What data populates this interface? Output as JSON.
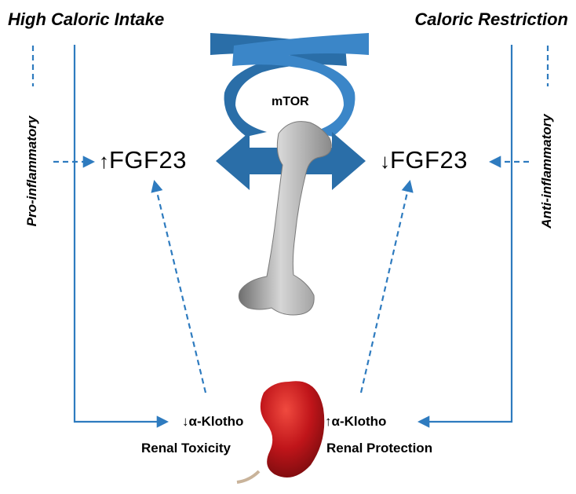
{
  "titles": {
    "left": "High Caloric Intake",
    "right": "Caloric  Restriction"
  },
  "side_labels": {
    "left": "Pro-inflammatory",
    "right": "Anti-inflammatory"
  },
  "center": {
    "label": "mTOR"
  },
  "fgf23": {
    "left": {
      "arrow": "↑",
      "text": "FGF23"
    },
    "right": {
      "arrow": "↓",
      "text": "FGF23"
    }
  },
  "klotho": {
    "left": {
      "arrow": "↓",
      "text": "α-Klotho",
      "effect": "Renal Toxicity"
    },
    "right": {
      "arrow": "↑",
      "text": "α-Klotho",
      "effect": "Renal Protection"
    }
  },
  "colors": {
    "arrow_blue": "#2e7bbf",
    "dna_blue": "#2a6ea8",
    "bone_grey": "#a9a9a9",
    "kidney_red": "#c0151a"
  }
}
